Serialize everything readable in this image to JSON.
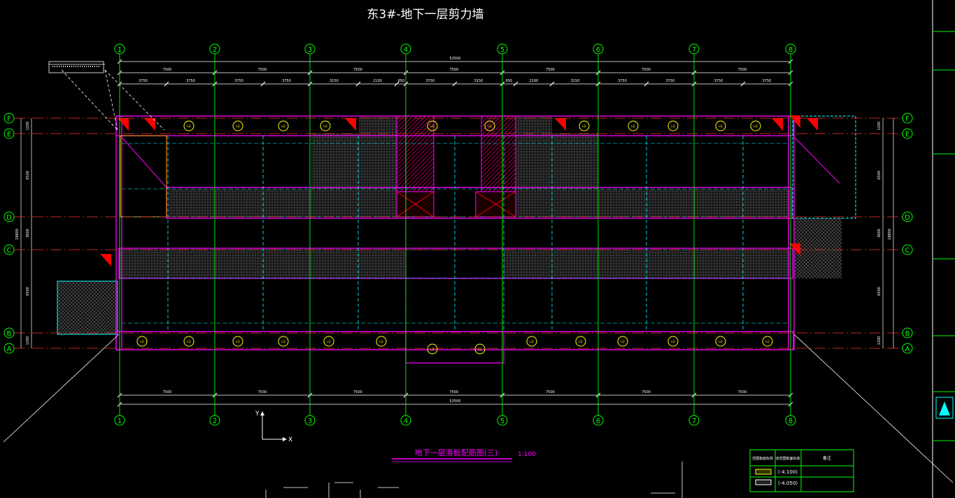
{
  "title": "东3#-地下一层剪力墙",
  "plan_caption": "地下一层滑板配筋图(三)",
  "scale": "1:100",
  "total_dimension": "52500",
  "grid_columns": [
    "1",
    "2",
    "3",
    "4",
    "5",
    "6",
    "7",
    "8"
  ],
  "grid_rows": [
    "F",
    "E",
    "D",
    "C",
    "B",
    "A"
  ],
  "bay_dimensions": [
    "7500",
    "7500",
    "7500",
    "7500",
    "7500",
    "7500",
    "7500"
  ],
  "sub_dimensions": [
    "3750",
    "3750",
    "3750",
    "3750",
    "3150",
    "2100",
    "650",
    "3750",
    "3150",
    "650",
    "2100",
    "3150",
    "3750",
    "3750",
    "3750",
    "3750"
  ],
  "left_row_dims": [
    "1200",
    "6500",
    "3600",
    "6500",
    "1200"
  ],
  "left_total": "18800",
  "axis_y": "Y",
  "axis_x": "X",
  "wall_tag": "LQ",
  "legend": {
    "col1": "范围板面标高",
    "col2": "该范围板面标高",
    "col3": "备注",
    "row1": "(-4.100)",
    "row2": "(-4.050)"
  },
  "colors": {
    "background": "#000000",
    "grid": "#00ff00",
    "axis_line": "#ff3030",
    "wall": "#ff00ff",
    "column": "#ff0000",
    "beam": "#00ffff",
    "dimension": "#ffffff",
    "tag": "#ffff00"
  }
}
